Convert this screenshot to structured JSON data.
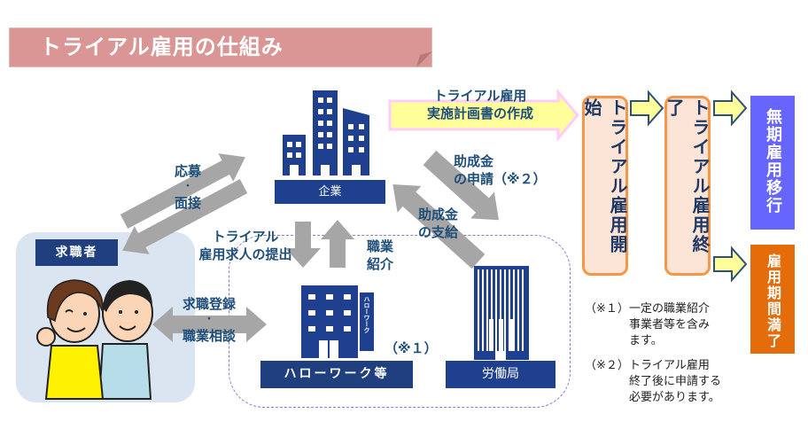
{
  "title": "トライアル雇用の仕組み",
  "nodes": {
    "company": "企業",
    "job_seeker": "求職者",
    "hellowork": "ハローワーク等",
    "hellowork_sign": "ハローワーク",
    "labor_bureau": "労働局"
  },
  "arrows": {
    "plan": [
      "トライアル雇用",
      "実施計画書の作成"
    ],
    "apply_interview": [
      "応募",
      "・",
      "面接"
    ],
    "job_offer": [
      "トライアル",
      "雇用求人の提出"
    ],
    "referral": [
      "職業",
      "紹介"
    ],
    "registration": [
      "求職登録",
      "・",
      "職業相談"
    ],
    "subsidy_application": [
      "助成金",
      "の申請（※２）"
    ],
    "subsidy_payment": [
      "助成金",
      "の支給"
    ],
    "note1_marker": "（※１）"
  },
  "flow": {
    "start": "トライアル雇用開始",
    "end": "トライアル雇用終了",
    "outcome_permanent": "無期雇用移行",
    "outcome_expiry": "雇用期間満了"
  },
  "colors": {
    "banner": "#d99694",
    "navy": "#1f3f8f",
    "label": "#1f4e79",
    "stage_fill": "#fce4d6",
    "stage_border": "#f79646",
    "permanent": "#6666ff",
    "expiry": "#e46c0a",
    "seeker_bg": "#dbe5f1",
    "arrow_gray": "#a6a6a6"
  },
  "notes": [
    {
      "marker": "（※１）",
      "text": [
        "一定の職業紹介",
        "事業者等を含み",
        "ます。"
      ]
    },
    {
      "marker": "（※２）",
      "text": [
        "トライアル雇用",
        "終了後に申請する",
        "必要があります。"
      ]
    }
  ]
}
